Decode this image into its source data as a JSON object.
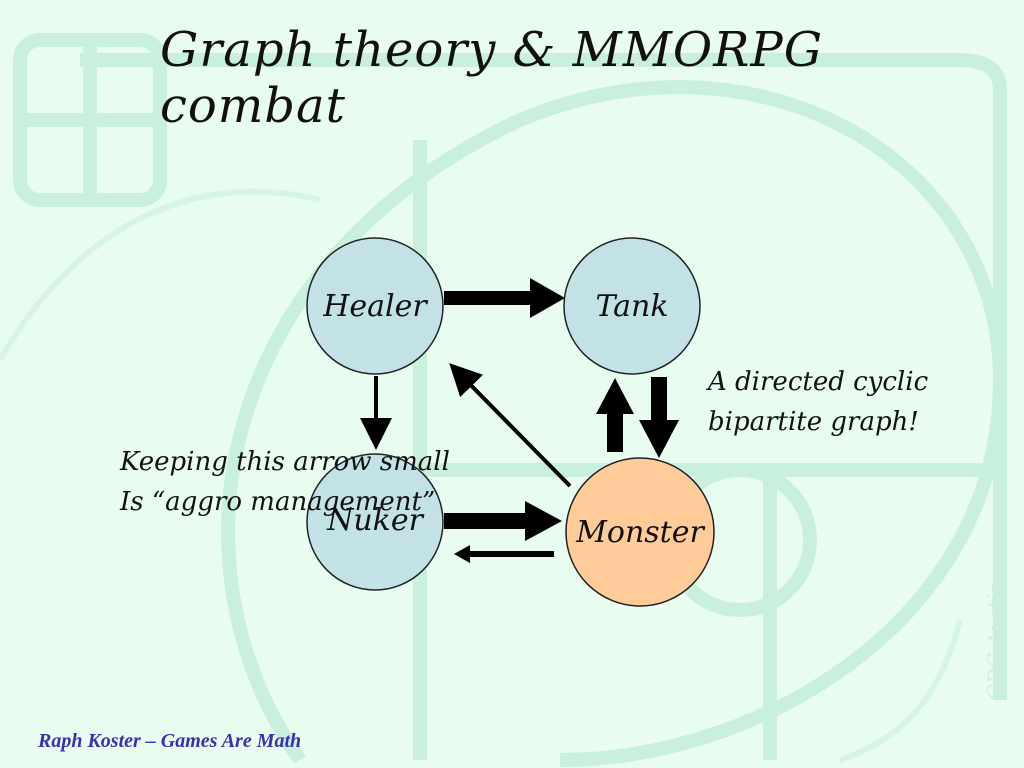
{
  "slide": {
    "title": "Graph theory & MMORPG combat",
    "footer": "Raph Koster – Games Are Math",
    "watermark": "GDC Austin"
  },
  "diagram": {
    "nodes": [
      {
        "id": "healer",
        "label": "Healer",
        "color": "#c2e2e6"
      },
      {
        "id": "tank",
        "label": "Tank",
        "color": "#c2e2e6"
      },
      {
        "id": "nuker",
        "label": "Nuker",
        "color": "#c2e2e6"
      },
      {
        "id": "monster",
        "label": "Monster",
        "color": "#ffcc99"
      }
    ],
    "edges": [
      {
        "from": "healer",
        "to": "tank",
        "weight": "thick"
      },
      {
        "from": "healer",
        "to": "nuker",
        "weight": "thin"
      },
      {
        "from": "monster",
        "to": "healer",
        "weight": "thin"
      },
      {
        "from": "monster",
        "to": "tank",
        "weight": "thick"
      },
      {
        "from": "tank",
        "to": "monster",
        "weight": "thick"
      },
      {
        "from": "nuker",
        "to": "monster",
        "weight": "thick"
      },
      {
        "from": "monster",
        "to": "nuker",
        "weight": "thin"
      }
    ],
    "annotations": {
      "aggro_line1": "Keeping this arrow small",
      "aggro_line2": "Is “aggro management”",
      "cyclic_line1": "A directed cyclic",
      "cyclic_line2": "bipartite graph!"
    }
  },
  "colors": {
    "background": "#e9fcf0",
    "decoration": "#c8f0dc",
    "footer_text": "#3a2fb0",
    "node_outline": "#222222"
  }
}
